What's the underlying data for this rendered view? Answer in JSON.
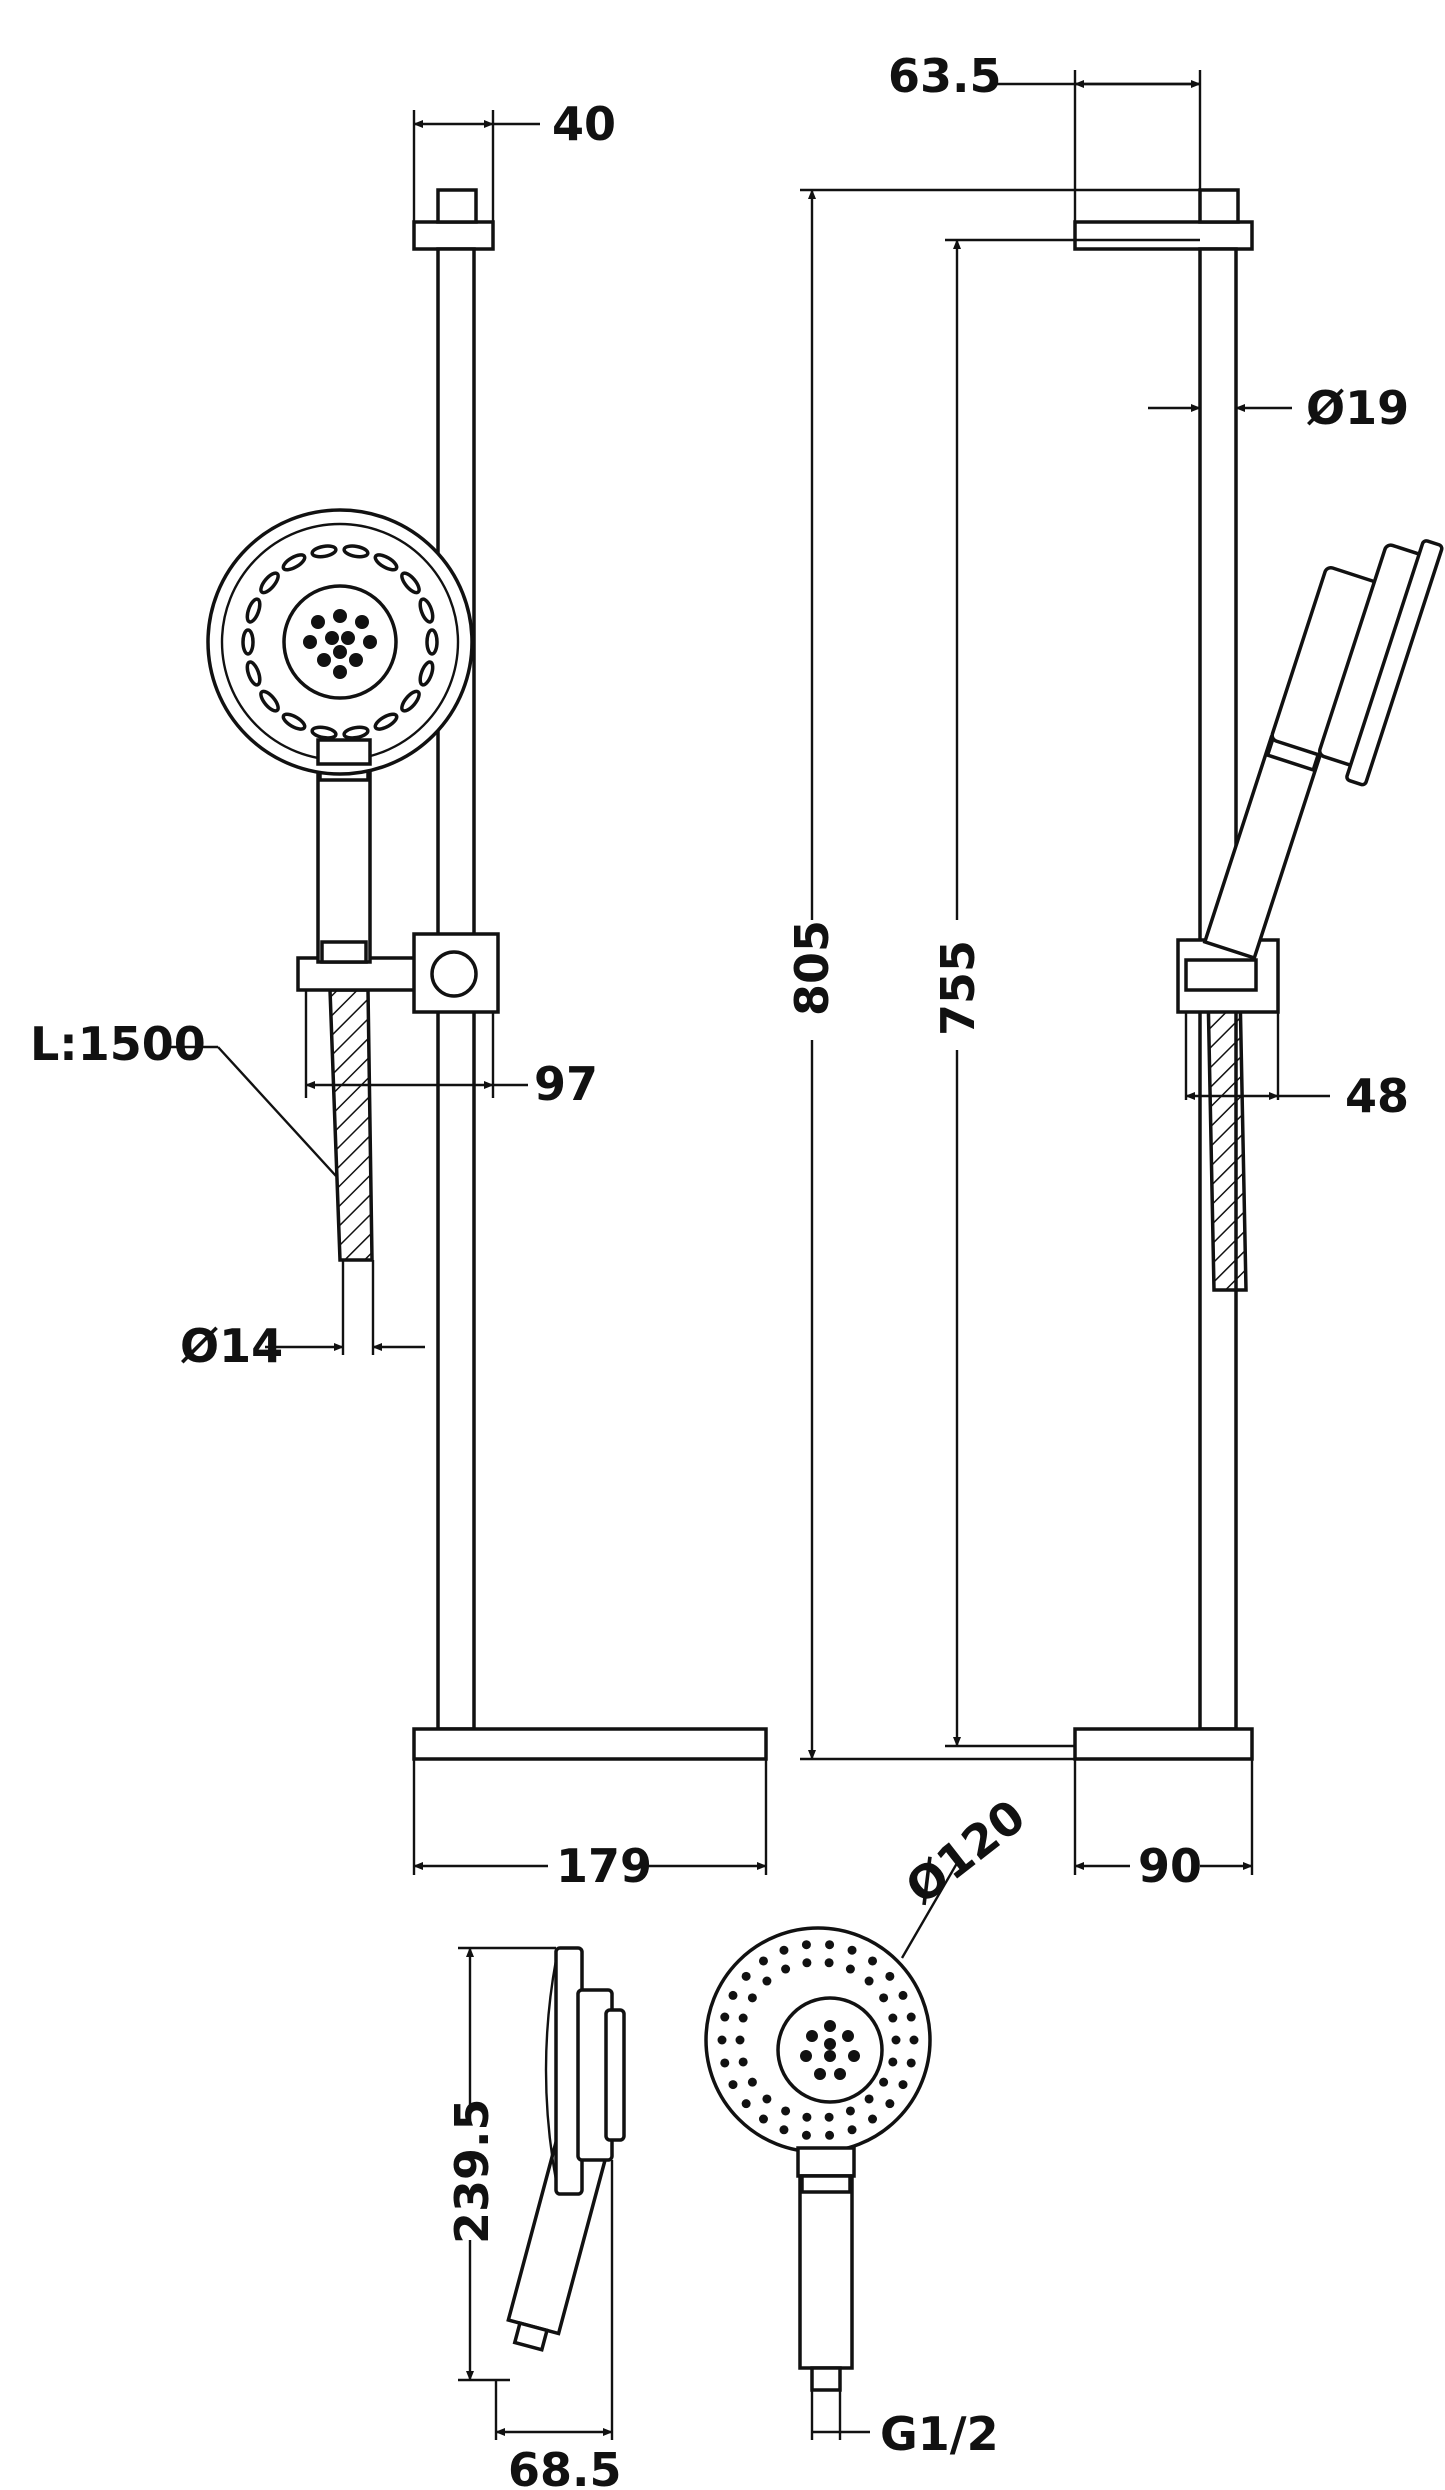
{
  "dimensions": {
    "top_bracket_width": "40",
    "side_bracket_width": "63.5",
    "total_height": "805",
    "rail_height": "755",
    "rail_diameter": "Ø19",
    "hose_length": "L:1500",
    "holder_projection": "97",
    "side_holder_projection": "48",
    "hose_diameter": "Ø14",
    "base_depth": "179",
    "side_base_width": "90",
    "head_diameter": "Ø120",
    "handset_length": "239.5",
    "handset_depth": "68.5",
    "thread_size": "G1/2"
  }
}
